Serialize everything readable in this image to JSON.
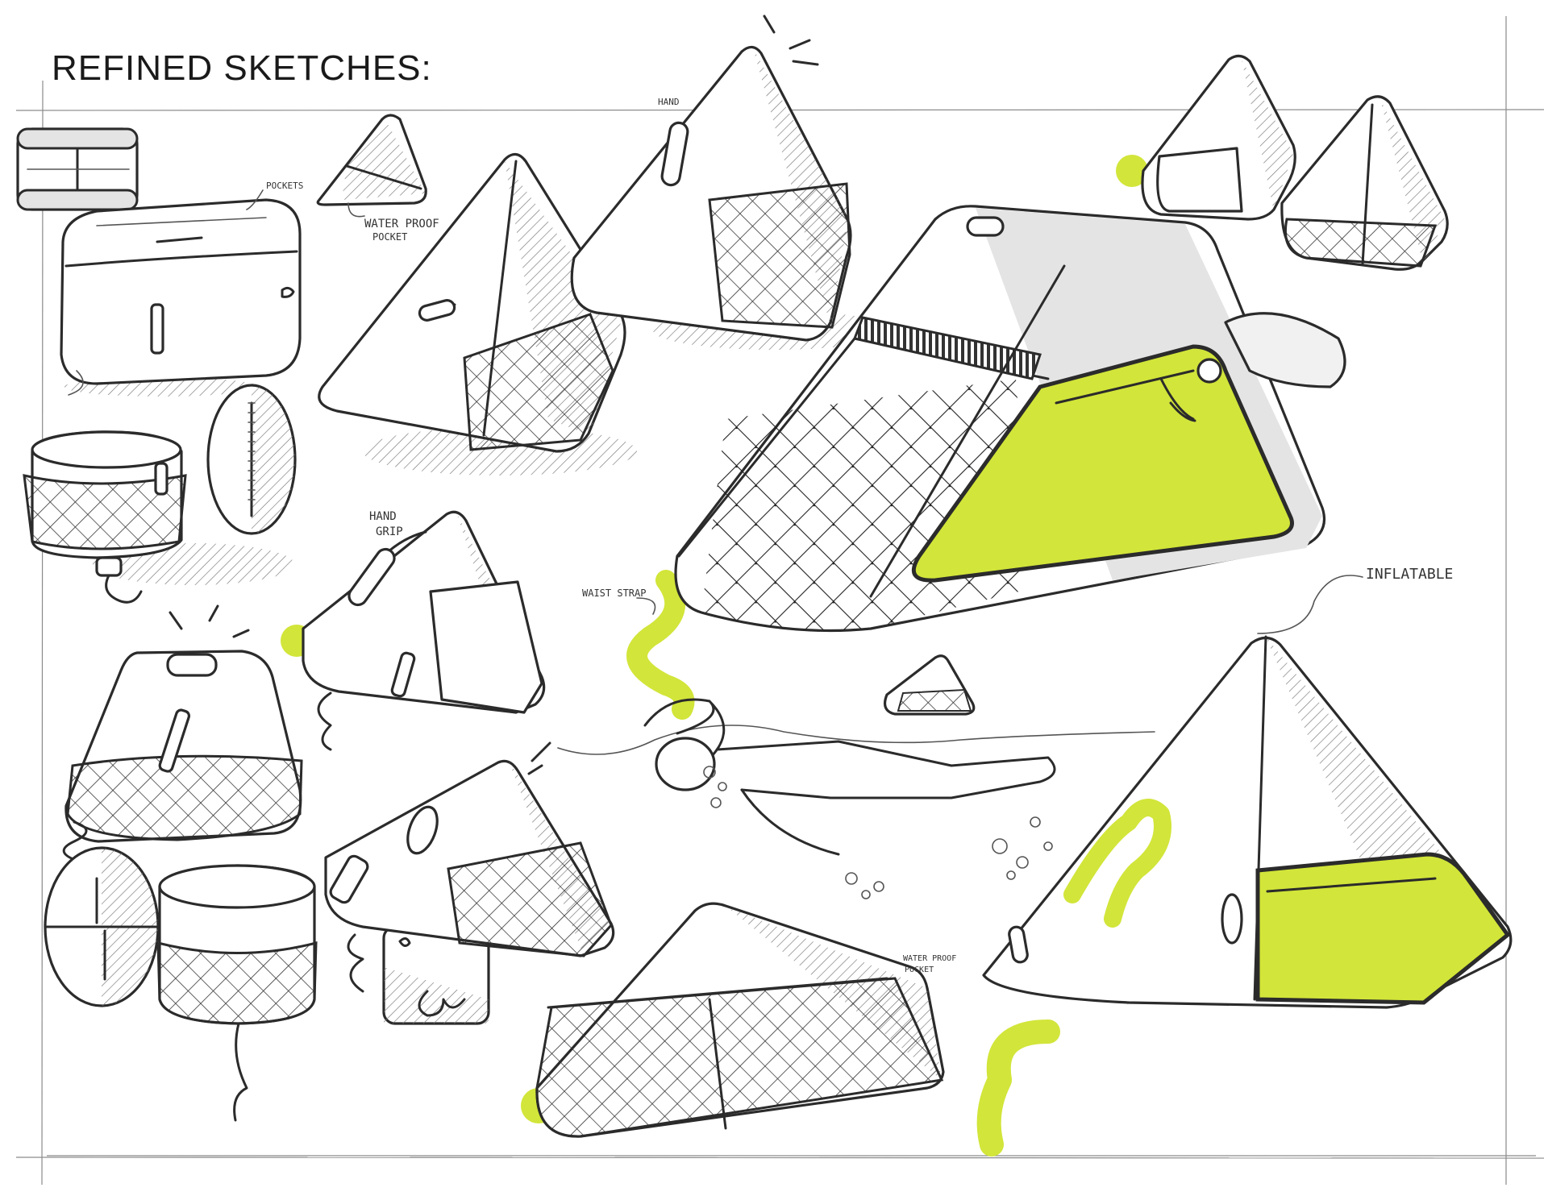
{
  "title": "REFINED SKETCHES:",
  "annotations": {
    "pockets": "POCKETS",
    "waterproof_pocket_1": "WATER PROOF",
    "waterproof_pocket_1b": "POCKET",
    "hand_top": "HAND",
    "hand_grip_1": "HAND",
    "hand_grip_2": "GRIP",
    "waist_strap": "WAIST STRAP",
    "inflatable": "INFLATABLE",
    "waterproof_pocket_2": "WATER PROOF",
    "waterproof_pocket_2b": "POCKET"
  },
  "colors": {
    "accent": "#d2e53a",
    "ink": "#2b2b2b",
    "shade": "#e4e4e4",
    "paper": "#ffffff"
  }
}
